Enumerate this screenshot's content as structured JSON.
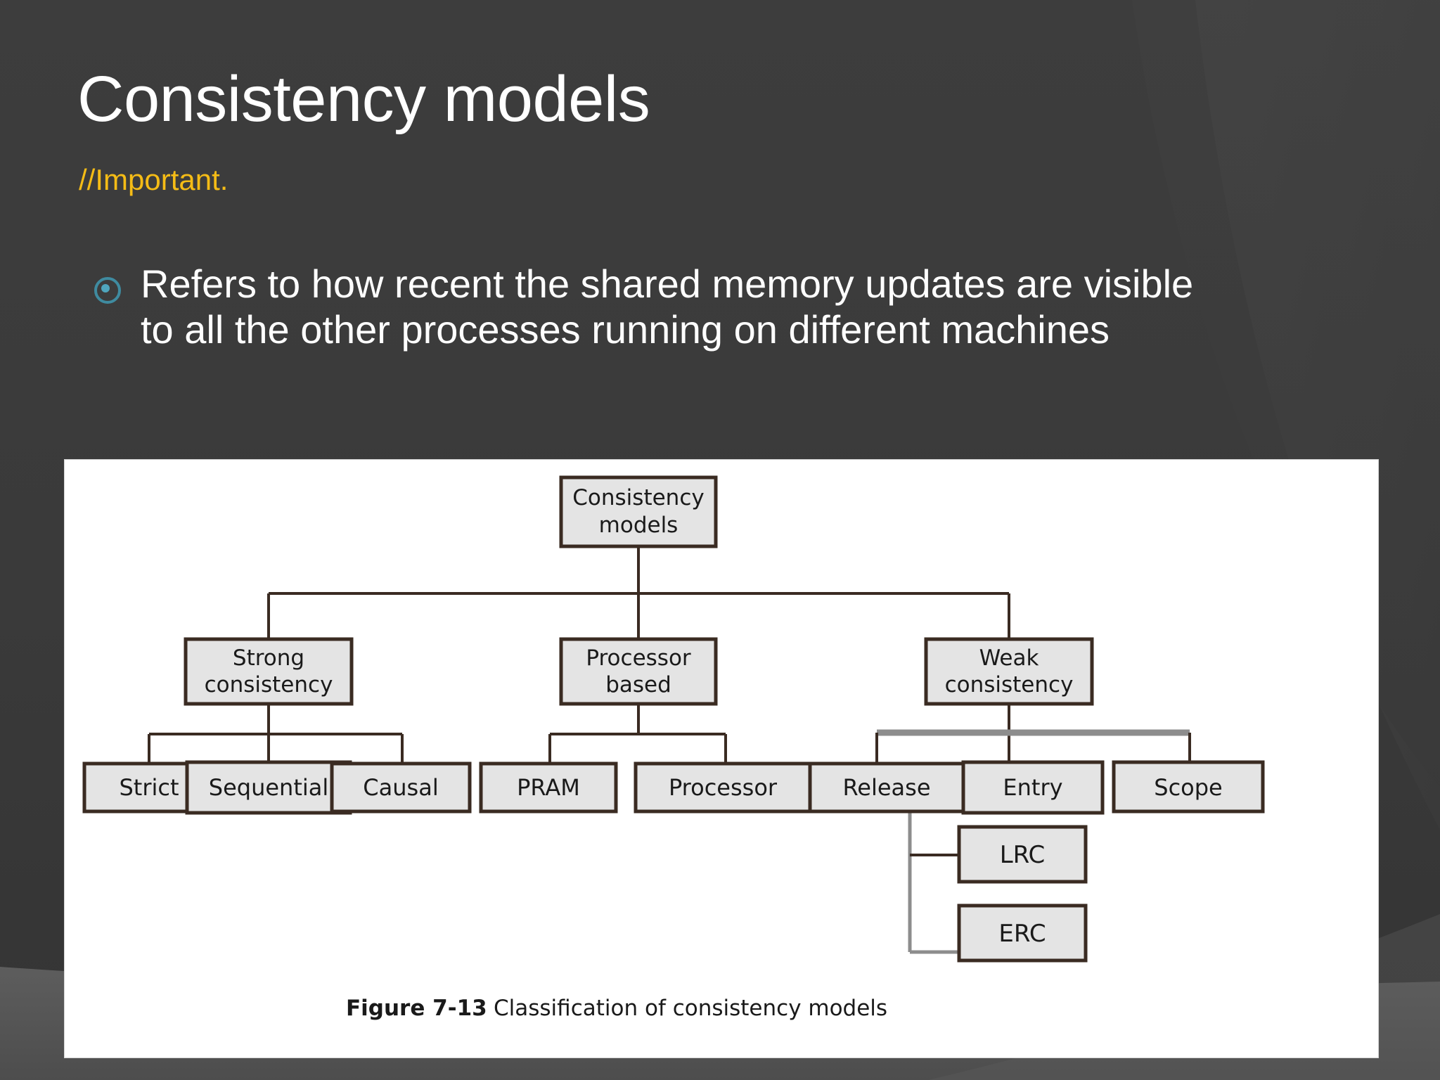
{
  "slide": {
    "title": "Consistency models",
    "subtitle": "//Important.",
    "accent_yellow": "#f5bc16",
    "bullet_icon": "target-bullet-icon",
    "bullet_color": "#3f8ba0",
    "background_color": "#3a3a3a",
    "bullets": [
      "Refers to how recent the shared memory updates are visible to all the other processes running on different machines"
    ]
  },
  "figure": {
    "caption_label": "Figure 7-13",
    "caption_text": "Classification of consistency models",
    "node_fill": "#e4e4e4",
    "node_border": "#3a2b22",
    "nodes": {
      "root": "Consistency\nmodels",
      "root_line1": "Consistency",
      "root_line2": "models",
      "level2": [
        {
          "line1": "Strong",
          "line2": "consistency"
        },
        {
          "line1": "Processor",
          "line2": "based"
        },
        {
          "line1": "Weak",
          "line2": "consistency"
        }
      ],
      "strong_children": [
        "Strict",
        "Sequential",
        "Causal"
      ],
      "processor_children": [
        "PRAM",
        "Processor"
      ],
      "weak_children": [
        "Release",
        "Entry",
        "Scope"
      ],
      "release_children": [
        "LRC",
        "ERC"
      ]
    }
  },
  "chart_data": {
    "type": "diagram",
    "title": "Classification of consistency models",
    "tree": {
      "name": "Consistency models",
      "children": [
        {
          "name": "Strong consistency",
          "children": [
            {
              "name": "Strict"
            },
            {
              "name": "Sequential"
            },
            {
              "name": "Causal"
            }
          ]
        },
        {
          "name": "Processor based",
          "children": [
            {
              "name": "PRAM"
            },
            {
              "name": "Processor"
            }
          ]
        },
        {
          "name": "Weak consistency",
          "children": [
            {
              "name": "Release",
              "children": [
                {
                  "name": "LRC"
                },
                {
                  "name": "ERC"
                }
              ]
            },
            {
              "name": "Entry"
            },
            {
              "name": "Scope"
            }
          ]
        }
      ]
    }
  }
}
